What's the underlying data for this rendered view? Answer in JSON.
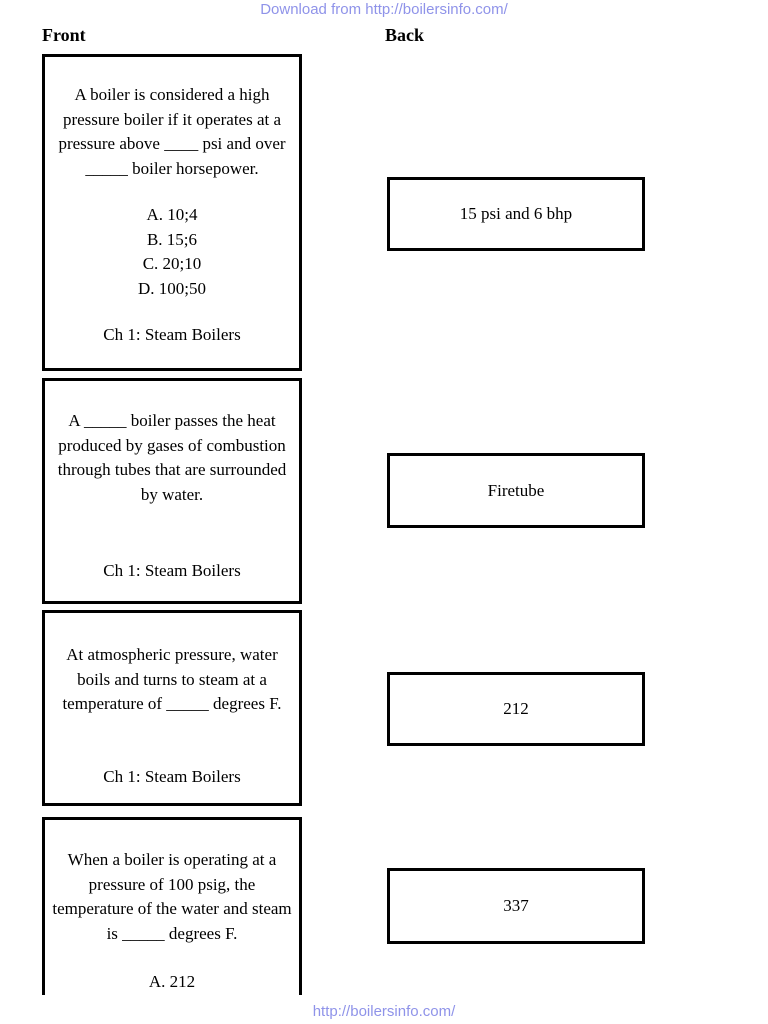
{
  "page": {
    "header_link": "Download from http://boilersinfo.com/",
    "footer_link": "http://boilersinfo.com/",
    "link_color": "#8f93e9",
    "front_heading": "Front",
    "back_heading": "Back"
  },
  "cards": [
    {
      "front": {
        "question": "A boiler is considered a high pressure boiler if it operates at a pressure above ____ psi and over _____ boiler horsepower.",
        "options": [
          "A. 10;4",
          "B. 15;6",
          "C. 20;10",
          "D. 100;50"
        ],
        "chapter": "Ch 1: Steam Boilers"
      },
      "back": "15 psi and 6 bhp"
    },
    {
      "front": {
        "question": "A _____ boiler passes the heat produced by gases of combustion through tubes that are surrounded by water.",
        "options": [],
        "chapter": "Ch 1: Steam Boilers"
      },
      "back": "Firetube"
    },
    {
      "front": {
        "question": "At atmospheric pressure, water boils and turns to steam at a temperature of _____ degrees F.",
        "options": [],
        "chapter": "Ch 1: Steam Boilers"
      },
      "back": "212"
    },
    {
      "front": {
        "question": "When a boiler is operating at a pressure of 100 psig, the temperature of the water and steam is _____ degrees F.",
        "options": [
          "A. 212"
        ],
        "chapter": ""
      },
      "back": "337"
    }
  ]
}
